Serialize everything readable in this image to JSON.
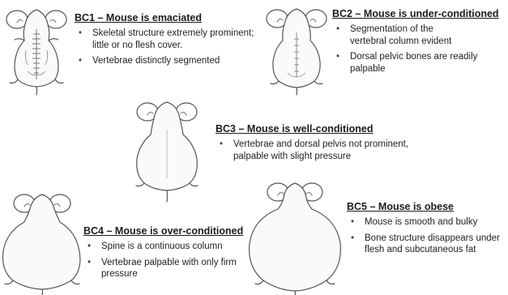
{
  "conditions": [
    {
      "heading": "BC1 – Mouse is emaciated",
      "bullets": [
        "Skeletal structure extremely prominent; little or no flesh cover.",
        "Vertebrae distinctly segmented"
      ]
    },
    {
      "heading": "BC2 – Mouse is under-conditioned",
      "bullets": [
        "Segmentation of the vertebral column evident",
        "Dorsal pelvic bones are readily palpable"
      ]
    },
    {
      "heading": "BC3 – Mouse is well-conditioned",
      "bullets": [
        "Vertebrae and dorsal pelvis not prominent, palpable with slight pressure"
      ]
    },
    {
      "heading": "BC4 – Mouse is over-conditioned",
      "bullets": [
        "Spine is a continuous column",
        "Vertebrae palpable with only firm pressure"
      ]
    },
    {
      "heading": "BC5 – Mouse is obese",
      "bullets": [
        "Mouse is smooth and bulky",
        "Bone structure disappears under flesh and subcutaneous fat"
      ]
    }
  ]
}
